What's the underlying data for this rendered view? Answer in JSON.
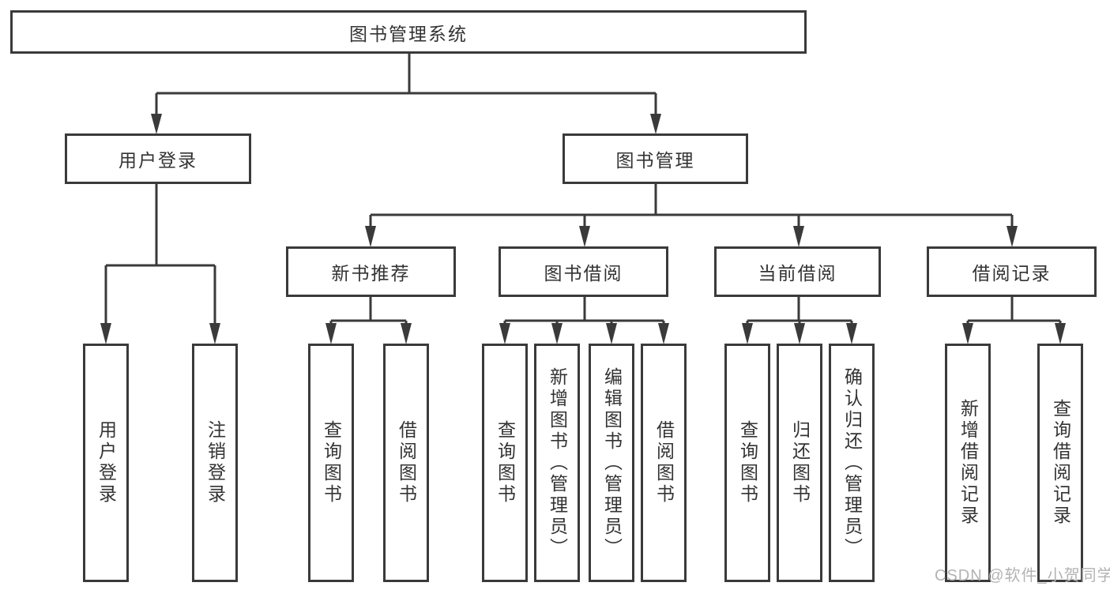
{
  "diagram": {
    "root": {
      "label": "图书管理系统"
    },
    "branches": {
      "user_login": {
        "label": "用户登录",
        "children": [
          {
            "label": "用户登录"
          },
          {
            "label": "注销登录"
          }
        ]
      },
      "book_mgmt": {
        "label": "图书管理",
        "children": [
          {
            "label": "新书推荐",
            "children": [
              {
                "label": "查询图书"
              },
              {
                "label": "借阅图书"
              }
            ]
          },
          {
            "label": "图书借阅",
            "children": [
              {
                "label": "查询图书"
              },
              {
                "label": "新增图书（管理员）"
              },
              {
                "label": "编辑图书（管理员）"
              },
              {
                "label": "借阅图书"
              }
            ]
          },
          {
            "label": "当前借阅",
            "children": [
              {
                "label": "查询图书"
              },
              {
                "label": "归还图书"
              },
              {
                "label": "确认归还（管理员）"
              }
            ]
          },
          {
            "label": "借阅记录",
            "children": [
              {
                "label": "新增借阅记录"
              },
              {
                "label": "查询借阅记录"
              }
            ]
          }
        ]
      }
    }
  },
  "watermark": {
    "text": "CSDN @软件_小贺同学"
  },
  "colors": {
    "line": "#3a3a3a",
    "text": "#333333",
    "watermark": "#b3b3b3",
    "background": "#ffffff"
  }
}
